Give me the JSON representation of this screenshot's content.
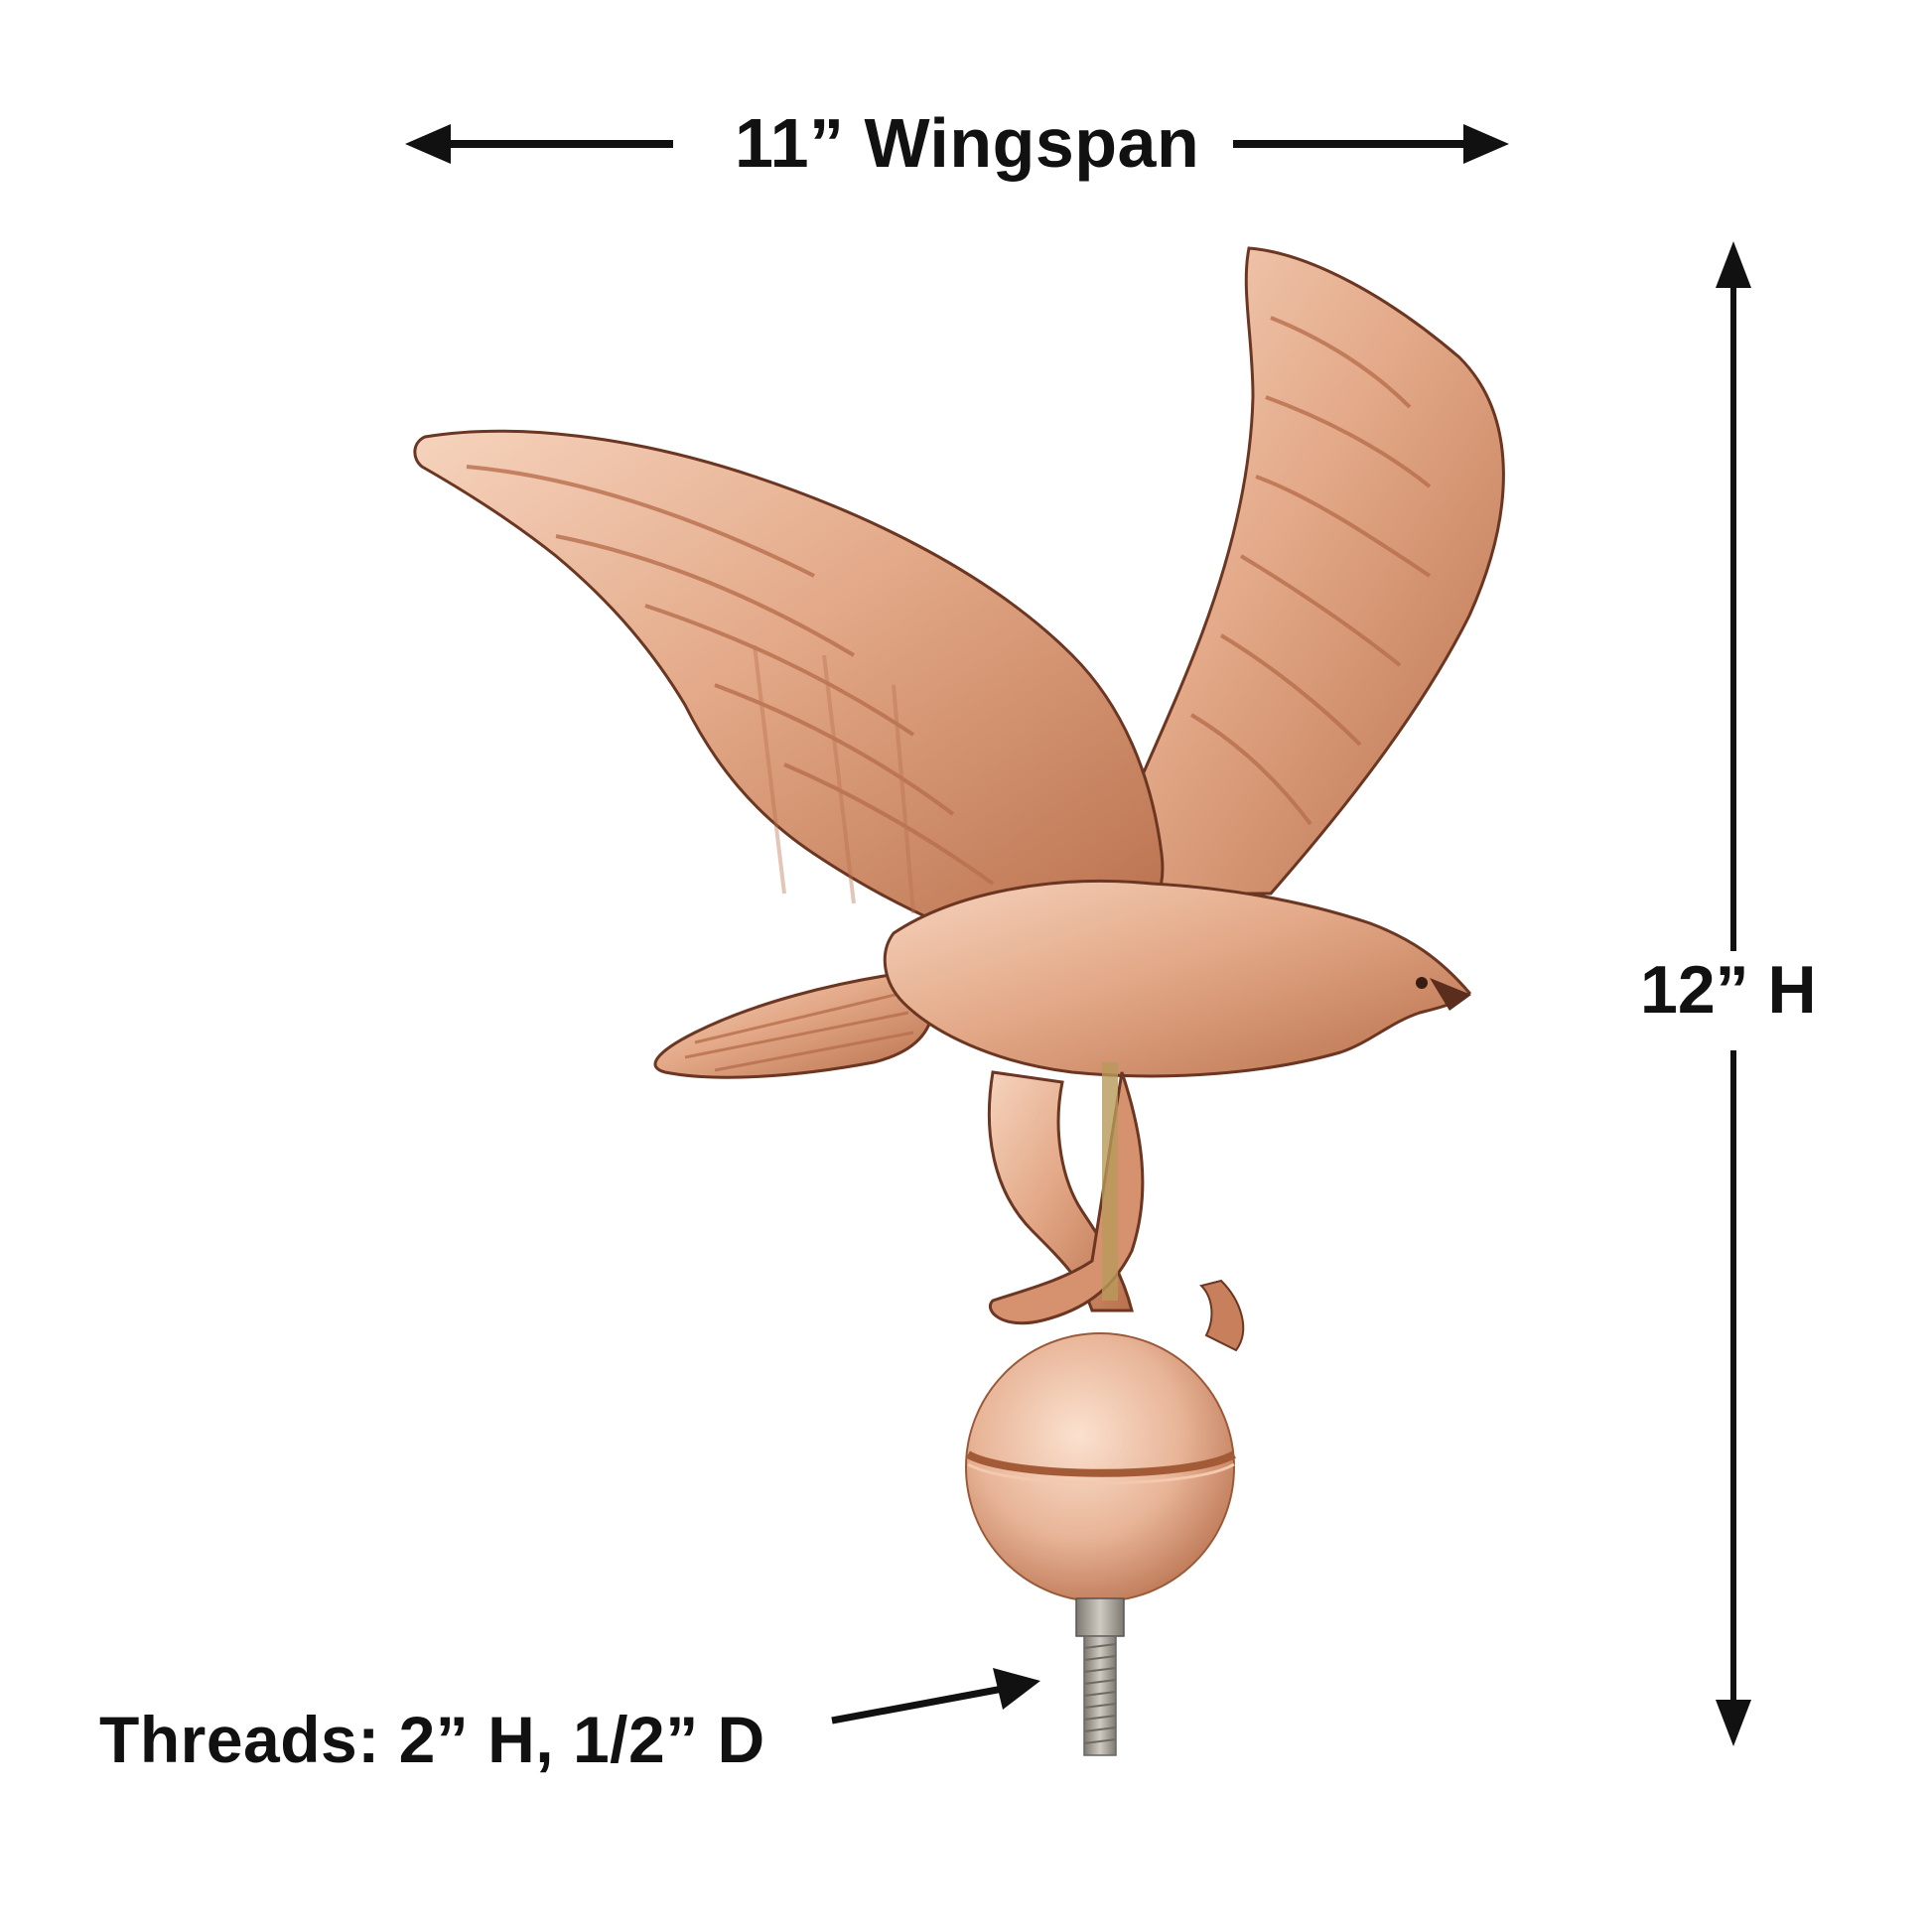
{
  "dimensions": {
    "wingspan": {
      "value": "11”",
      "label": "11” Wingspan"
    },
    "height": {
      "value": "12”",
      "label": "12” H"
    },
    "threads": {
      "label": "Threads: 2” H, 1/2” D",
      "height": "2” H",
      "diameter": "1/2” D"
    }
  },
  "product": {
    "subject": "copper eagle flagpole finial on ball with threaded bolt",
    "colors": {
      "copper_light": "#f0c2a6",
      "copper_mid": "#d99a78",
      "copper_dark": "#8a4a2e",
      "bolt": "#a9a49c",
      "arrow": "#111111",
      "background": "#ffffff"
    }
  }
}
